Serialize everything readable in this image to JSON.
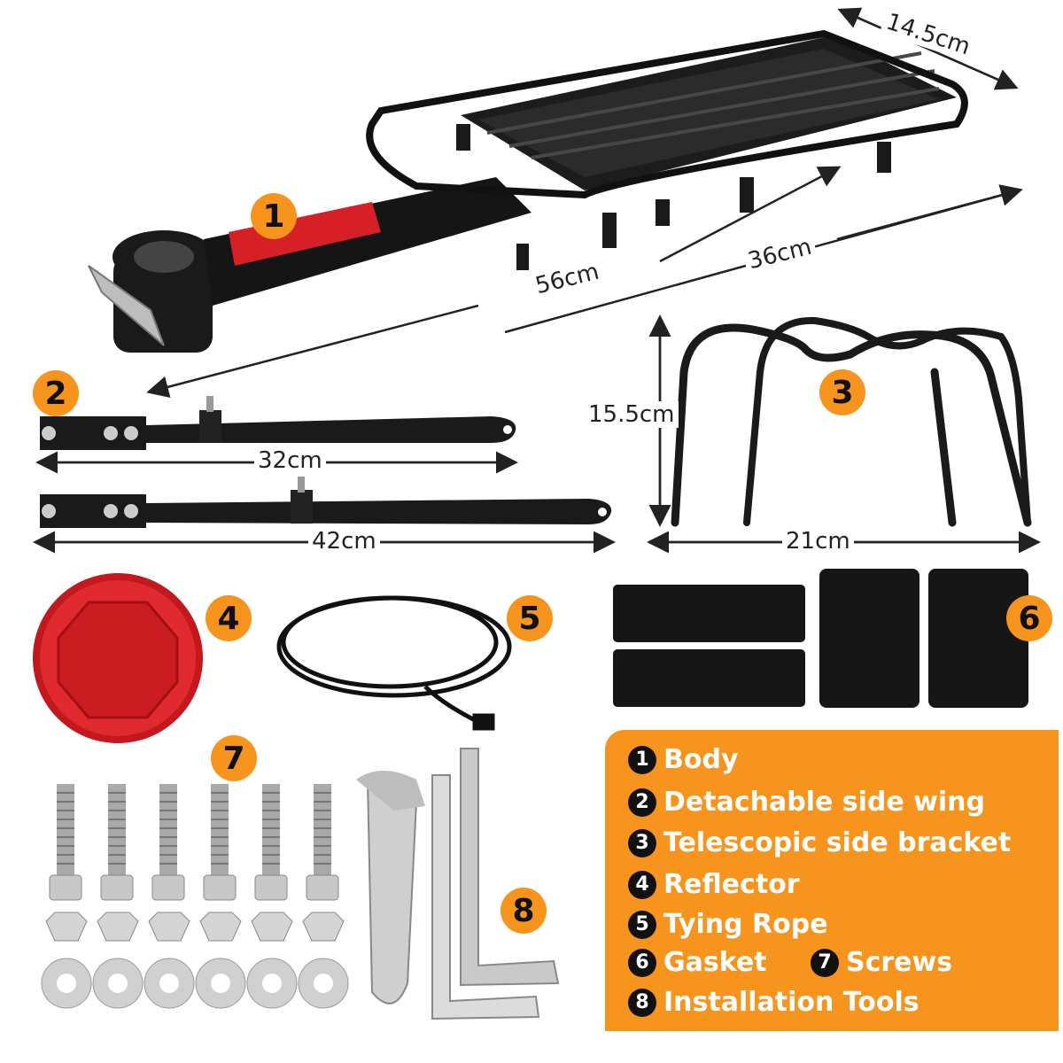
{
  "badges": {
    "b1": "1",
    "b2": "2",
    "b3": "3",
    "b4": "4",
    "b5": "5",
    "b6": "6",
    "b7": "7",
    "b8": "8"
  },
  "dimensions": {
    "width_rack": "14.5cm",
    "length_total": "56cm",
    "length_platform": "36cm",
    "wing_short": "32cm",
    "wing_long": "42cm",
    "bracket_height": "15.5cm",
    "bracket_width": "21cm"
  },
  "legend": {
    "items": [
      {
        "num": "1",
        "label": "Body"
      },
      {
        "num": "2",
        "label": "Detachable side wing"
      },
      {
        "num": "3",
        "label": "Telescopic side bracket"
      },
      {
        "num": "4",
        "label": "Reflector"
      },
      {
        "num": "5",
        "label": "Tying Rope"
      },
      {
        "num": "6",
        "label": "Gasket"
      },
      {
        "num": "7",
        "label": "Screws"
      },
      {
        "num": "8",
        "label": "Installation Tools"
      }
    ]
  },
  "colors": {
    "accent": "#f7941d",
    "metal": "#111111",
    "reflector": "#d81e1e",
    "steel": "#c8c8c8"
  }
}
